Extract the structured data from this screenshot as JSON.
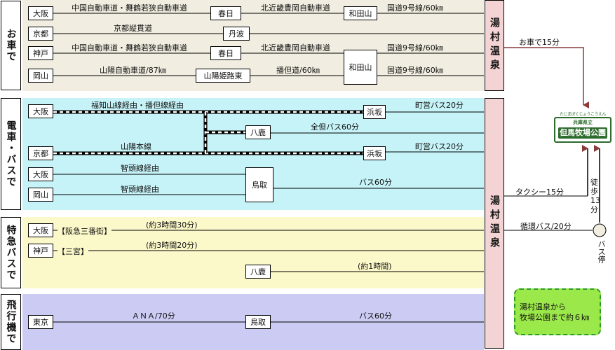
{
  "categories": {
    "car": "お車で",
    "train": "電車・バスで",
    "express": "特急バスで",
    "plane": "飛行機で"
  },
  "onsen_label": "湯村温泉",
  "car": {
    "osaka": "大阪",
    "kyoto": "京都",
    "kobe": "神戸",
    "okayama": "岡山",
    "kasuga": "春日",
    "tanba": "丹波",
    "sanyo_himeji_east": "山陽姫路東",
    "wadayama": "和田山",
    "route_chugoku_maizuru": "中国自動車道・舞鶴若狭自動車道",
    "route_kitakinki": "北近畿豊岡自動車道",
    "route9": "国道9号線/60㎞",
    "route_kyoto_jukan": "京都縦貫道",
    "route_sanyo": "山陽自動車道/87㎞",
    "route_bantan": "播但道/60㎞"
  },
  "train": {
    "osaka": "大阪",
    "kyoto": "京都",
    "osaka2": "大阪",
    "okayama": "岡山",
    "hamasaka": "浜坂",
    "yoka": "八鹿",
    "tottori": "鳥取",
    "route_fukuchiyama": "福知山線経由・播但線経由",
    "route_sanyo_line": "山陽本線",
    "route_chizu1": "智頭線経由",
    "route_chizu2": "智頭線経由",
    "bus_zentan": "全但バス60分",
    "bus_town1": "町営バス20分",
    "bus_town2": "町営バス20分",
    "bus60": "バス60分"
  },
  "express": {
    "osaka": "大阪",
    "osaka_stop": "【阪急三番街】",
    "kobe": "神戸",
    "kobe_stop": "【三宮】",
    "yoka": "八鹿",
    "time_osaka": "(約3時間30分)",
    "time_kobe": "(約3時間20分)",
    "time_yoka": "(約1時間)"
  },
  "plane": {
    "tokyo": "東京",
    "tottori": "鳥取",
    "ana": "ＡＮＡ/70分",
    "bus60": "バス60分"
  },
  "right": {
    "car15": "お車で15分",
    "taxi15": "タクシー15分",
    "loop_bus": "循環バス/20分",
    "walk": "徒歩13分",
    "bus_stop": "バス停",
    "park_ruby": "たじまぼくじょうこうえん",
    "park_pref": "兵庫県立",
    "park_name": "但馬牧場公園",
    "note_line1": "湯村温泉から",
    "note_line2": "牧場公園まで約６㎞"
  },
  "colors": {
    "car_band": "#f1ede0",
    "train_band": "#c6f3f8",
    "express_band": "#fbf8c9",
    "plane_band": "#cbcbf3",
    "onsen_bg": "#f3d3d3",
    "arrow": "#8b3a3a",
    "park_green": "#2d6a2d",
    "note_green": "#9be84a"
  }
}
